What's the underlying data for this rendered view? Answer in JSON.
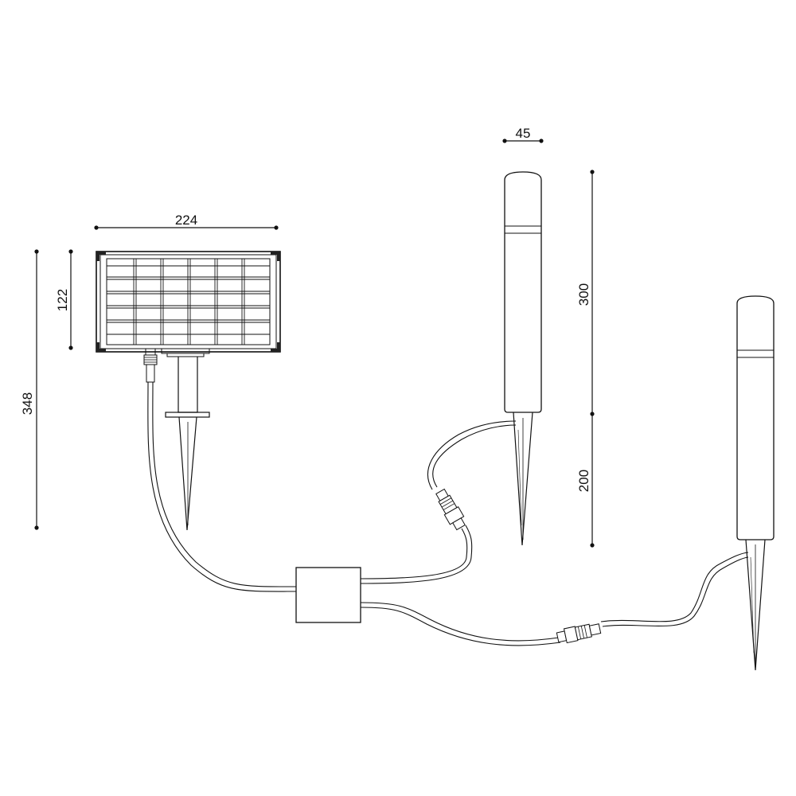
{
  "drawing": {
    "dimensions": {
      "panel_width": "224",
      "panel_height": "122",
      "panel_total_height": "348",
      "light_diameter": "45",
      "light_body_height": "300",
      "spike_length": "200"
    }
  }
}
